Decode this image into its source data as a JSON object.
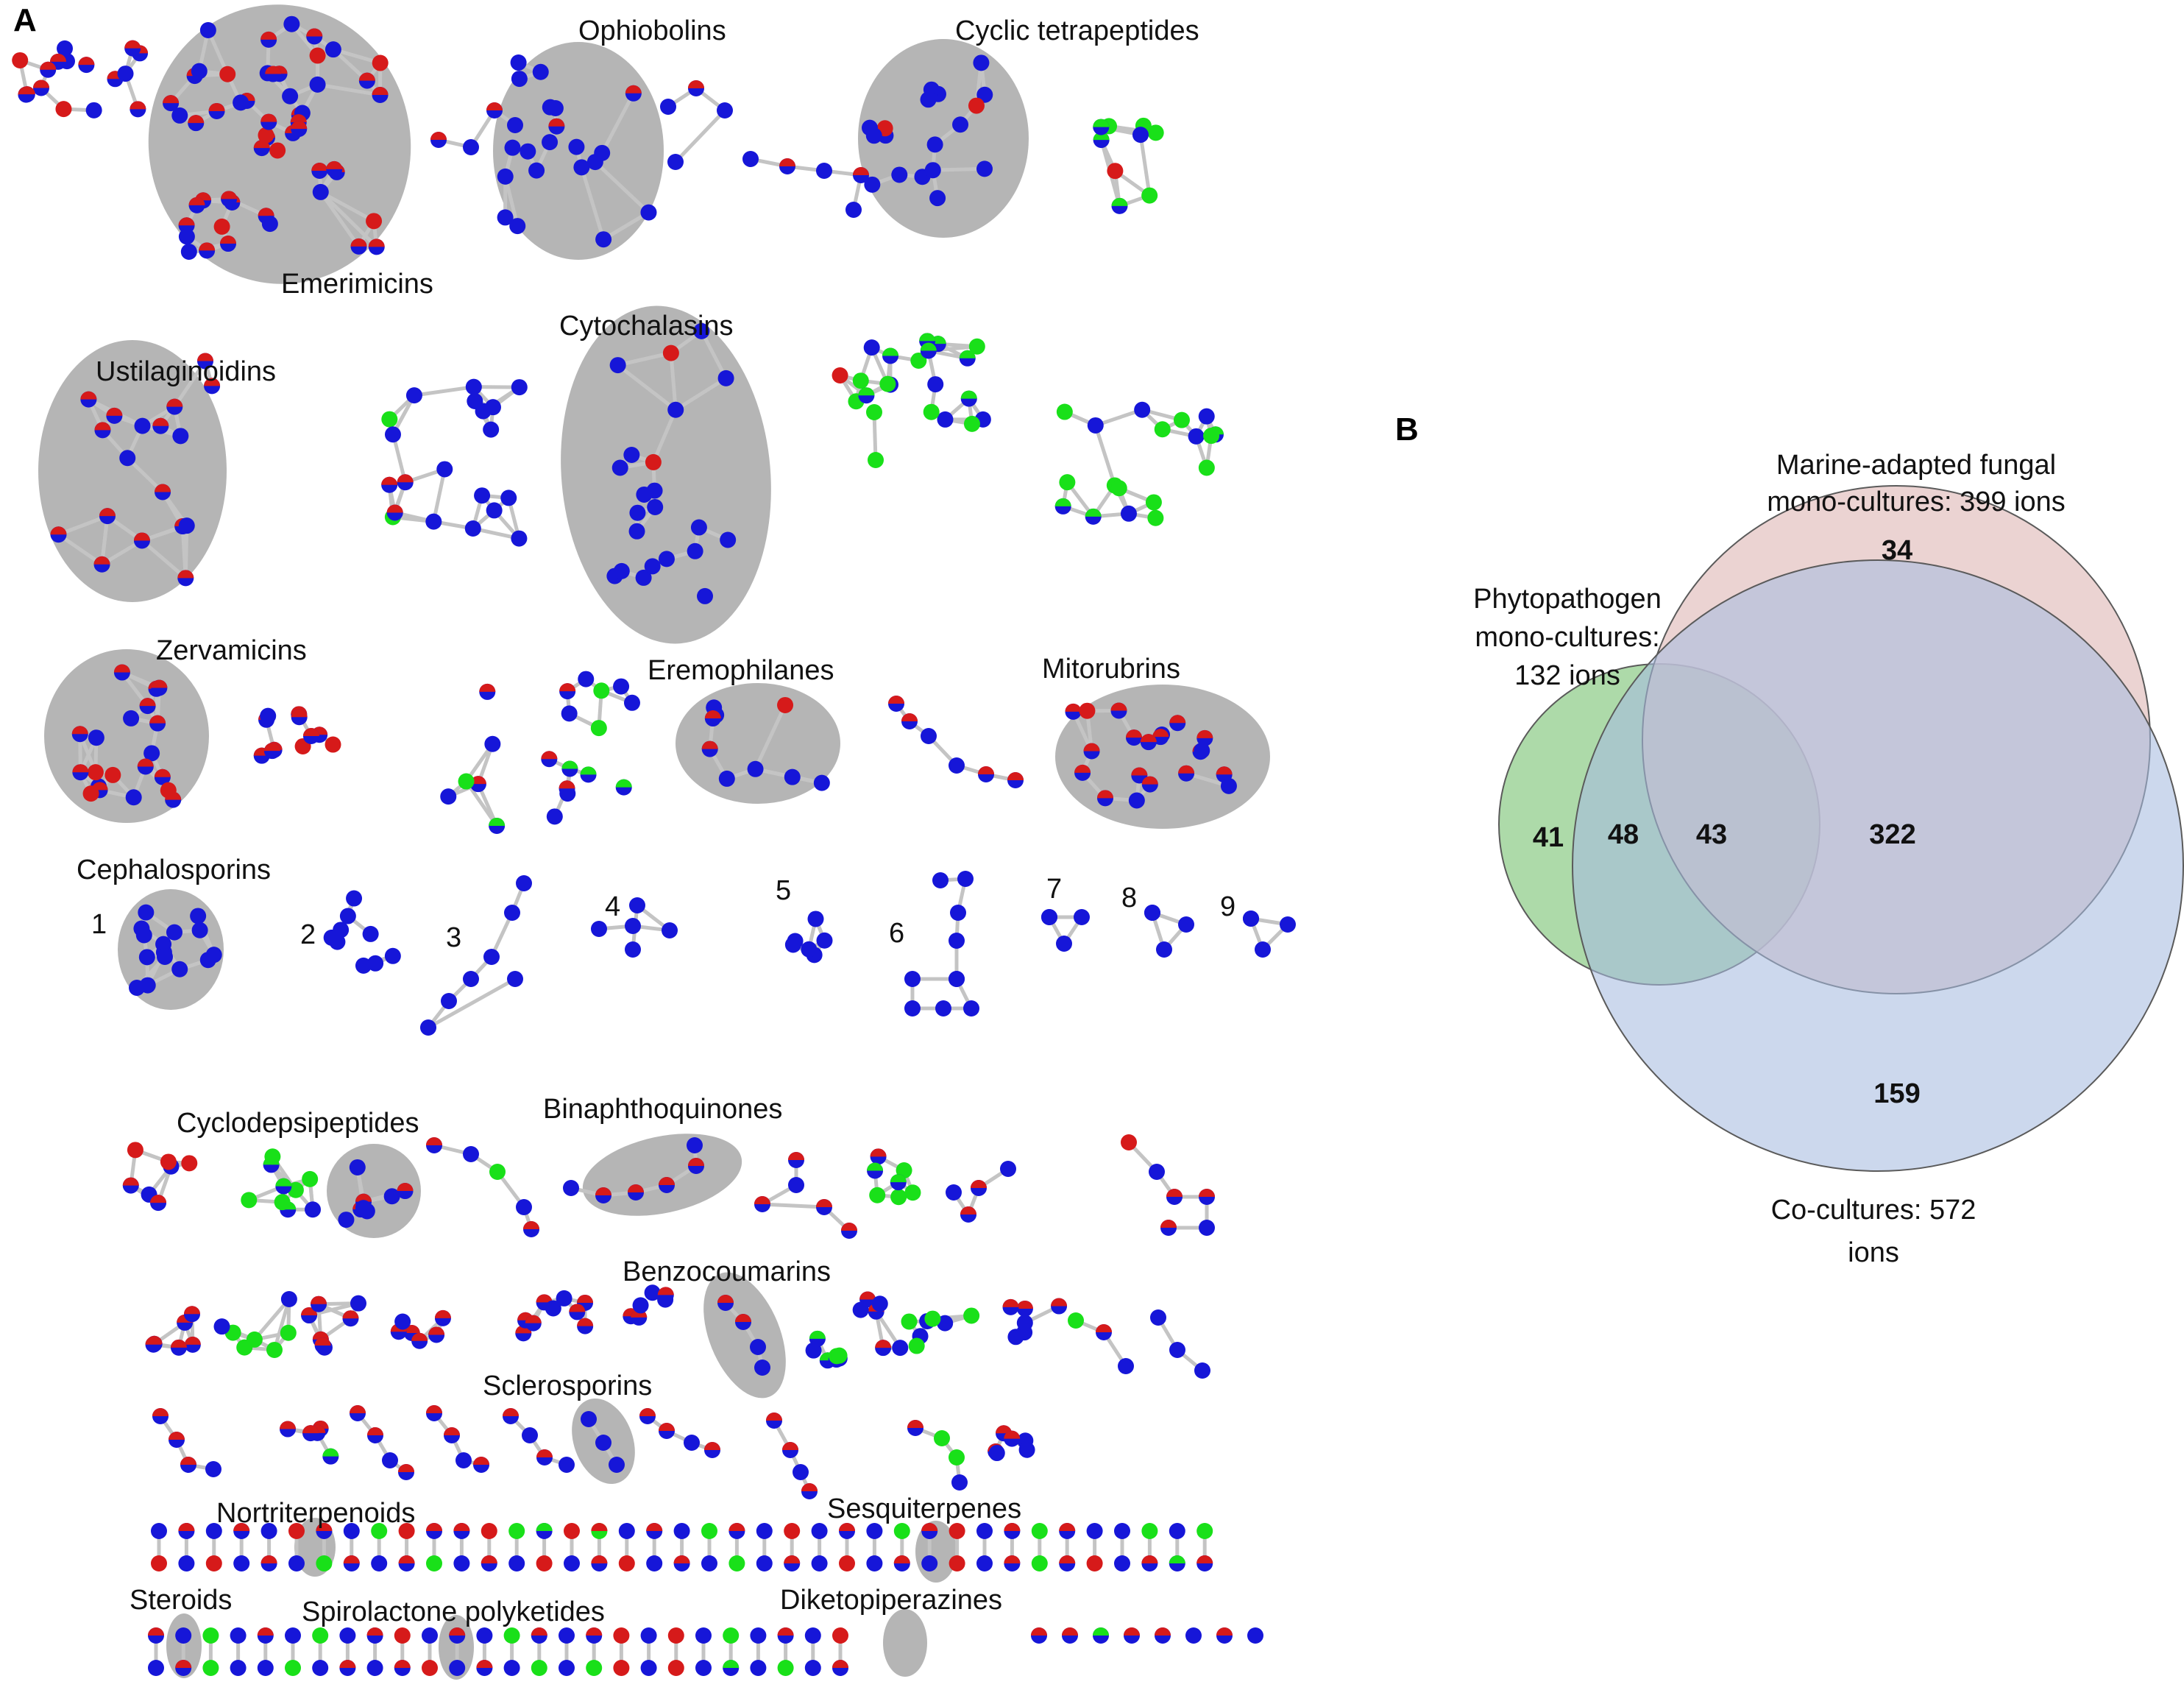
{
  "panel_a": {
    "letter": "A",
    "cluster_labels": {
      "emerimicins": "Emerimicins",
      "ophiobolins": "Ophiobolins",
      "cyclic_tetrapeptides": "Cyclic tetrapeptides",
      "ustilaginoidins": "Ustilaginoidins",
      "cytochalasins": "Cytochalasins",
      "zervamicins": "Zervamicins",
      "eremophilanes": "Eremophilanes",
      "mitorubrins": "Mitorubrins",
      "cephalosporins": "Cephalosporins",
      "cyclodepsipeptides": "Cyclodepsipeptides",
      "binaphthoquinones": "Binaphthoquinones",
      "benzocoumarins": "Benzocoumarins",
      "sclerosporins": "Sclerosporins",
      "nortriterpenoids": "Nortriterpenoids",
      "sesquiterpenes": "Sesquiterpenes",
      "steroids": "Steroids",
      "spirolactone_polyketides": "Spirolactone polyketides",
      "diketopiperazines": "Diketopiperazines"
    },
    "numbers": [
      "1",
      "2",
      "3",
      "4",
      "5",
      "6",
      "7",
      "8",
      "9"
    ]
  },
  "panel_b": {
    "letter": "B",
    "sets": {
      "phyto_l1": "Phytopathogen",
      "phyto_l2": "mono-cultures:",
      "phyto_l3": "132 ions",
      "marine_l1": "Marine-adapted fungal",
      "marine_l2": "mono-cultures: 399 ions",
      "co_l1": "Co-cultures: 572",
      "co_l2": "ions"
    },
    "regions": {
      "marine_only": "34",
      "phyto_only": "41",
      "phyto_co": "48",
      "all_three": "43",
      "marine_co": "322",
      "co_only": "159"
    }
  },
  "colors": {
    "blue": "#1616d8",
    "red": "#d61a1a",
    "green": "#19e019",
    "edge": "#c4c4c4",
    "highlight": "#b5b5b5",
    "venn_phyto": "#9fd49a",
    "venn_marine": "#e3c2c0",
    "venn_co": "#a7bce0"
  }
}
